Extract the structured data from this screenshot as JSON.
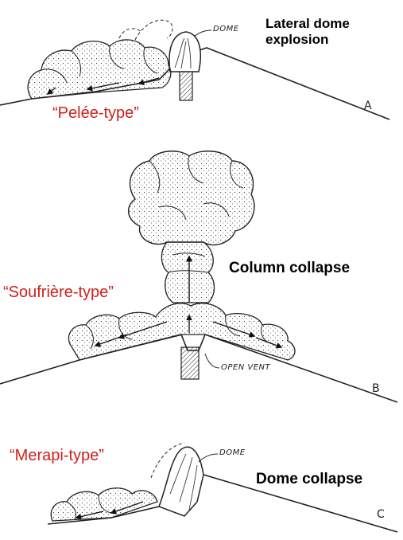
{
  "panels": [
    {
      "letter": "A",
      "title": "Lateral dome explosion",
      "title_line1": "Lateral dome",
      "title_line2": "explosion",
      "type_label": "“Pelée-type”",
      "annotation": "DOME"
    },
    {
      "letter": "B",
      "title": "Column collapse",
      "type_label": "“Soufrière-type”",
      "annotation": "OPEN VENT"
    },
    {
      "letter": "C",
      "title": "Dome collapse",
      "type_label": "“Merapi-type”",
      "annotation": "DOME"
    }
  ],
  "colors": {
    "type_label": "#d0201a",
    "line": "#222222"
  }
}
